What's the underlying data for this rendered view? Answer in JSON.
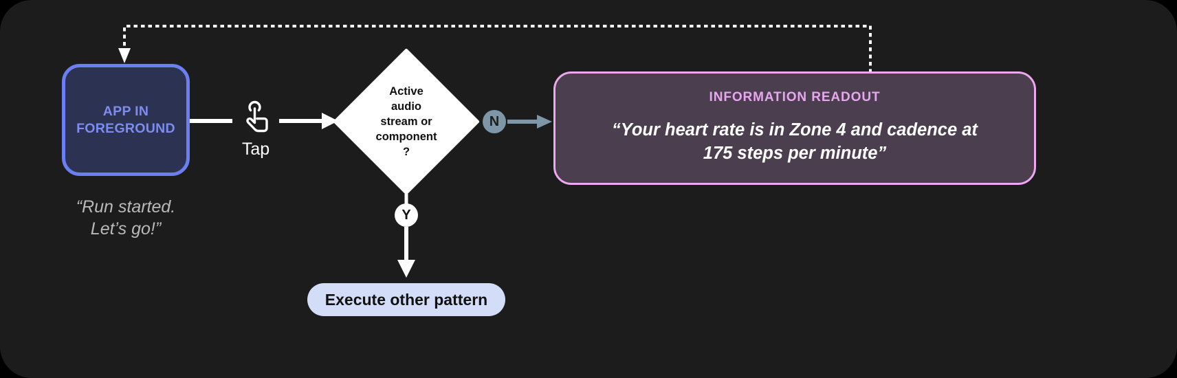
{
  "diagram": {
    "title": "Tap interaction flow with information readout",
    "background_color": "#1c1c1c",
    "nodes": {
      "app_card": {
        "label": "APP IN\nFOREGROUND",
        "caption": "“Run started.\nLet’s go!”",
        "border_color": "#6c7ff2",
        "fill_color": "#2b3252",
        "text_color": "#7d8cf0"
      },
      "gesture": {
        "icon": "tap-hand-icon",
        "label": "Tap"
      },
      "decision": {
        "text": "Active\naudio\nstream or\ncomponent\n?",
        "fill_color": "#ffffff",
        "text_color": "#111111"
      },
      "branch_no": {
        "label": "N",
        "badge_color": "#7d97a8",
        "arrow_color": "#7d97a8"
      },
      "branch_yes": {
        "label": "Y",
        "badge_color": "#ffffff",
        "arrow_color": "#ffffff"
      },
      "readout": {
        "title": "INFORMATION READOUT",
        "body": "“Your heart rate is in Zone 4 and cadence at\n175 steps per minute”",
        "border_color": "#efa8ef",
        "fill_color": "#4b3f4f",
        "title_color": "#e9a6f0",
        "body_color": "#ffffff"
      },
      "execute_pill": {
        "label": "Execute other pattern",
        "fill_color": "#d3ddf8",
        "text_color": "#111111"
      }
    },
    "edges": {
      "feedback_loop": {
        "style": "dotted",
        "color": "#ffffff"
      },
      "app_to_decision": {
        "style": "solid",
        "color": "#ffffff"
      },
      "decision_to_readout": {
        "style": "solid",
        "color": "#7d97a8"
      },
      "decision_to_execute": {
        "style": "solid",
        "color": "#ffffff"
      }
    }
  }
}
